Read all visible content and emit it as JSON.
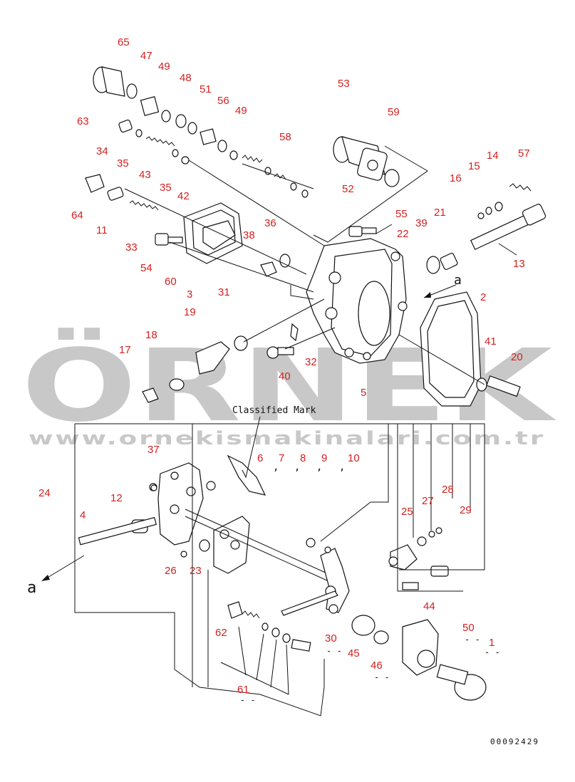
{
  "watermark": {
    "brand": "ÖRNEK",
    "url": "www.ornekismakinalari.com.tr"
  },
  "annotations": {
    "classified_mark": "Classified Mark",
    "arrow_a_upper": "a",
    "arrow_a_lower": "a",
    "drawing_number": "00092429",
    "dash_1": "- -",
    "dash_2": "- -",
    "dash_3": "- -",
    "dash_4": "- -",
    "dash_5": "- -",
    "comma_1": ",",
    "comma_2": ",",
    "comma_3": ",",
    "comma_4": ","
  },
  "part_labels": [
    "65",
    "47",
    "49",
    "48",
    "51",
    "56",
    "49",
    "63",
    "34",
    "35",
    "43",
    "35",
    "42",
    "58",
    "53",
    "59",
    "52",
    "64",
    "11",
    "33",
    "54",
    "60",
    "3",
    "38",
    "36",
    "55",
    "22",
    "39",
    "21",
    "16",
    "15",
    "14",
    "57",
    "13",
    "31",
    "19",
    "18",
    "17",
    "40",
    "32",
    "5",
    "2",
    "41",
    "20",
    "6",
    "7",
    "8",
    "9",
    "10",
    "24",
    "37",
    "4",
    "12",
    "26",
    "23",
    "25",
    "27",
    "28",
    "29",
    "44",
    "50",
    "1",
    "62",
    "30",
    "45",
    "46",
    "61"
  ]
}
